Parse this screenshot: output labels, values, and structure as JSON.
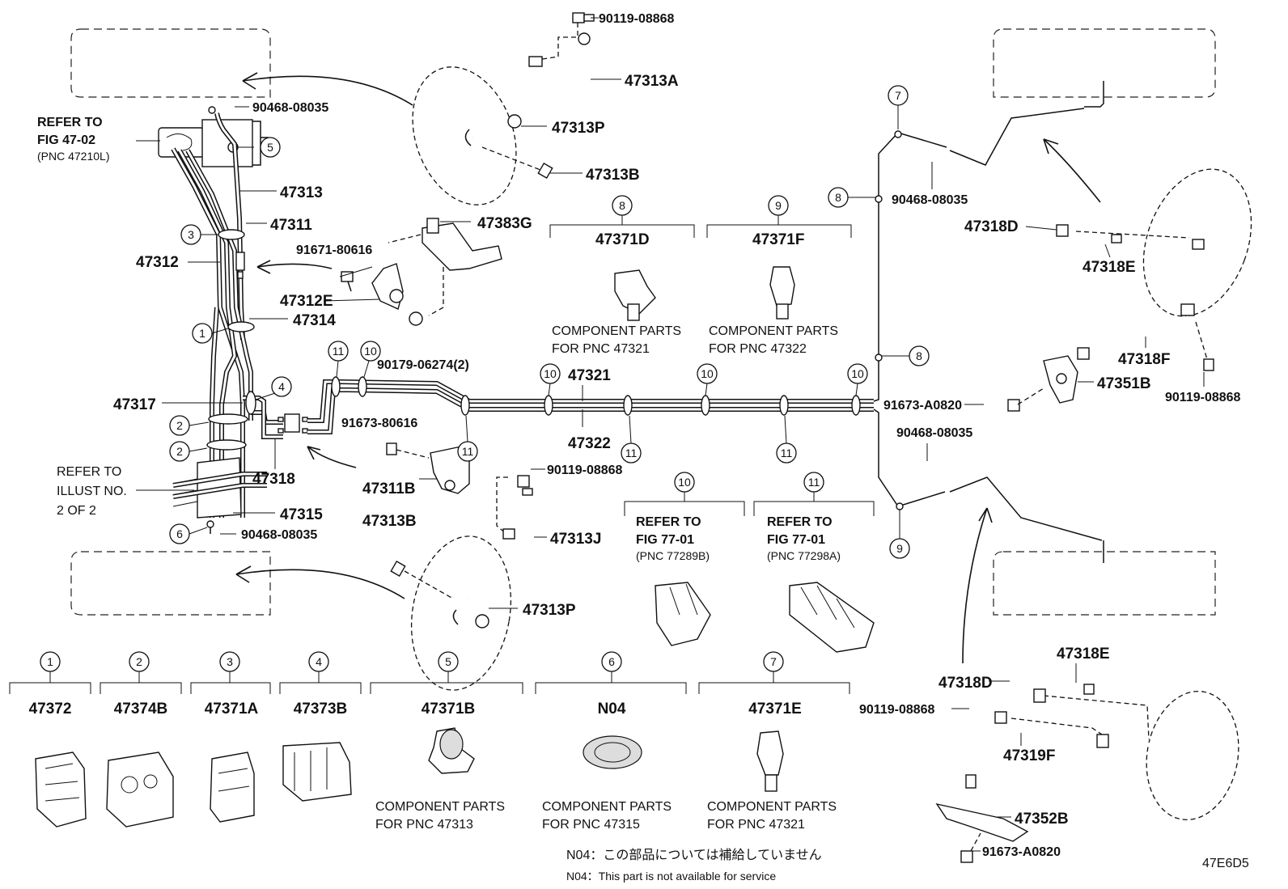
{
  "labels": {
    "p90119_08868_top": "90119-08868",
    "p47313A": "47313A",
    "p90468_08035_tl": "90468-08035",
    "p47313P_top": "47313P",
    "p47313B_top": "47313B",
    "p47313": "47313",
    "p47311": "47311",
    "p47383G": "47383G",
    "p91671_80616": "91671-80616",
    "p47312": "47312",
    "p47312E": "47312E",
    "p47314": "47314",
    "p90179_06274": "90179-06274(2)",
    "p47317": "47317",
    "p47321": "47321",
    "p47322": "47322",
    "p91673_80616": "91673-80616",
    "p47318": "47318",
    "p47311B": "47311B",
    "p90119_08868_mid": "90119-08868",
    "p47315": "47315",
    "p90468_08035_bl": "90468-08035",
    "p47313B_bot": "47313B",
    "p47313J": "47313J",
    "p47313P_bot": "47313P",
    "p47371D": "47371D",
    "p47371F": "47371F",
    "p90468_08035_tr": "90468-08035",
    "p47318D_top": "47318D",
    "p47318E_top": "47318E",
    "p47318F": "47318F",
    "p47351B": "47351B",
    "p90119_08868_right": "90119-08868",
    "p91673_A0820_mid": "91673-A0820",
    "p90468_08035_mr": "90468-08035",
    "p47318E_bot": "47318E",
    "p47318D_bot": "47318D",
    "p90119_08868_br": "90119-08868",
    "p47319F": "47319F",
    "p47352B": "47352B",
    "p91673_A0820_bot": "91673-A0820"
  },
  "refs": {
    "fig4702_line1": "REFER TO",
    "fig4702_line2": "FIG 47-02",
    "fig4702_line3": "(PNC 47210L)",
    "illust_line1": "REFER TO",
    "illust_line2": "ILLUST NO.",
    "illust_line3": "2 OF 2",
    "fig7701b_line1": "REFER TO",
    "fig7701b_line2": "FIG 77-01",
    "fig7701b_line3": "(PNC 77289B)",
    "fig7701a_line1": "REFER TO",
    "fig7701a_line2": "FIG 77-01",
    "fig7701a_line3": "(PNC 77298A)"
  },
  "component_notes": {
    "c47321_line1": "COMPONENT PARTS",
    "c47321_line2": "FOR PNC 47321",
    "c47322_line1": "COMPONENT PARTS",
    "c47322_line2": "FOR PNC 47322",
    "c47313_line1": "COMPONENT PARTS",
    "c47313_line2": "FOR PNC 47313",
    "c47315_line1": "COMPONENT PARTS",
    "c47315_line2": "FOR PNC 47315",
    "c47321b_line1": "COMPONENT PARTS",
    "c47321b_line2": "FOR PNC 47321"
  },
  "callout_numbers": {
    "n1": "1",
    "n2": "2",
    "n3": "3",
    "n4": "4",
    "n5": "5",
    "n6": "6",
    "n7": "7",
    "n8": "8",
    "n9": "9",
    "n10": "10",
    "n11": "11"
  },
  "legend": [
    {
      "num": "1",
      "part": "47372"
    },
    {
      "num": "2",
      "part": "47374B"
    },
    {
      "num": "3",
      "part": "47371A"
    },
    {
      "num": "4",
      "part": "47373B"
    },
    {
      "num": "5",
      "part": "47371B"
    },
    {
      "num": "6",
      "part": "N04"
    },
    {
      "num": "7",
      "part": "47371E"
    }
  ],
  "upper_legend": [
    {
      "num": "8",
      "part": "47371D"
    },
    {
      "num": "9",
      "part": "47371F"
    },
    {
      "num": "10",
      "part": ""
    },
    {
      "num": "11",
      "part": ""
    }
  ],
  "footnotes": {
    "jp": "N04：この部品については補給していません",
    "en": "N04：This part is not available for service"
  },
  "figure_code": "47E6D5"
}
